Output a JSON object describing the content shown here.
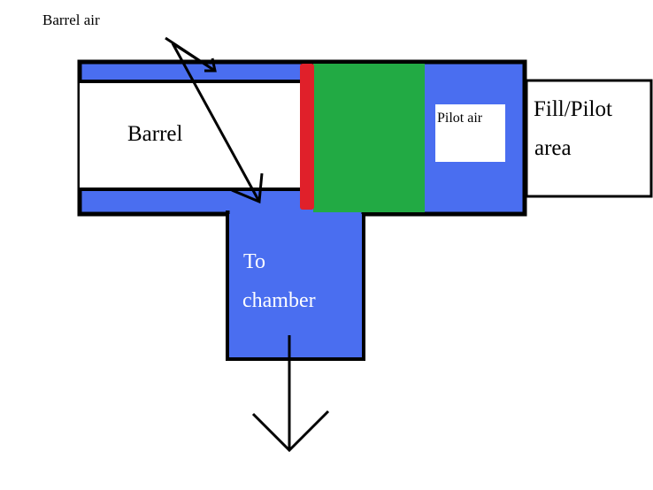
{
  "labels": {
    "barrel_air": "Barrel air",
    "barrel": "Barrel",
    "pilot_air": "Pilot air",
    "fill_pilot_line1": "Fill/Pilot",
    "fill_pilot_line2": "area",
    "to_chamber_line1": "To",
    "to_chamber_line2": "chamber"
  },
  "colors": {
    "air_blue": "#4a6ef0",
    "piston_green": "#22aa44",
    "seal_red": "#e0202a",
    "outline": "#000000",
    "background": "#ffffff"
  }
}
